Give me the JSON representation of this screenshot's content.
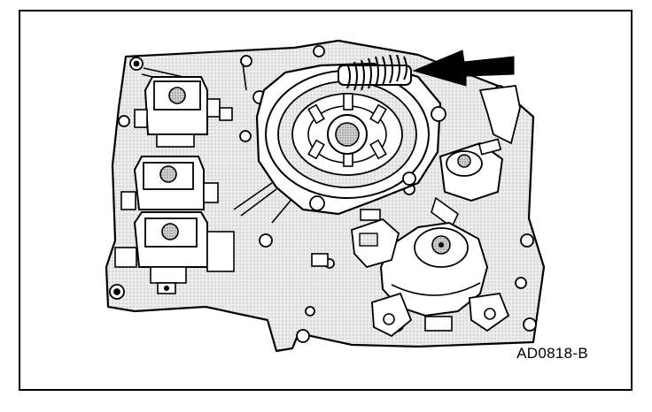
{
  "figure": {
    "id": "AD0818-B"
  },
  "colors": {
    "ink": "#000000",
    "paper": "#ffffff",
    "shade": "#d9d9d9",
    "dark": "#7a7a7a"
  },
  "icons": {
    "arrow": "solid-left-arrow",
    "spring": "coil-spring"
  }
}
